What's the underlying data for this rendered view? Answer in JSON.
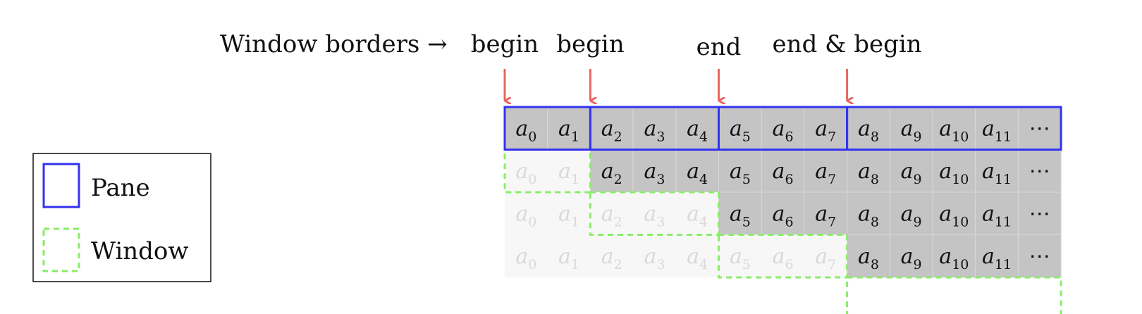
{
  "header": {
    "prefix": "Window borders →",
    "borders": [
      {
        "label": "begin",
        "col": 0
      },
      {
        "label": "begin",
        "col": 2
      },
      {
        "label": "end",
        "col": 5
      },
      {
        "label": "end & begin",
        "col": 8
      }
    ]
  },
  "legend": {
    "pane_label": "Pane",
    "window_label": "Window"
  },
  "grid": {
    "elements": [
      {
        "base": "a",
        "sub": "0"
      },
      {
        "base": "a",
        "sub": "1"
      },
      {
        "base": "a",
        "sub": "2"
      },
      {
        "base": "a",
        "sub": "3"
      },
      {
        "base": "a",
        "sub": "4"
      },
      {
        "base": "a",
        "sub": "5"
      },
      {
        "base": "a",
        "sub": "6"
      },
      {
        "base": "a",
        "sub": "7"
      },
      {
        "base": "a",
        "sub": "8"
      },
      {
        "base": "a",
        "sub": "9"
      },
      {
        "base": "a",
        "sub": "10"
      },
      {
        "base": "a",
        "sub": "11"
      },
      {
        "base": "⋯",
        "sub": ""
      }
    ],
    "row_active_from": [
      0,
      2,
      5,
      8
    ],
    "panes": [
      {
        "start": 0,
        "end": 2
      },
      {
        "start": 2,
        "end": 5
      },
      {
        "start": 5,
        "end": 8
      },
      {
        "start": 8,
        "end": 13
      }
    ],
    "windows": [
      {
        "row": 1,
        "start": 0,
        "end": 2
      },
      {
        "row": 2,
        "start": 2,
        "end": 5
      },
      {
        "row": 3,
        "start": 5,
        "end": 8
      },
      {
        "row": 4,
        "start": 8,
        "end": 13
      }
    ]
  },
  "colors": {
    "active_fill": "#c4c4c4",
    "inactive_fill": "#f7f7f7",
    "active_text": "#111111",
    "inactive_text": "#d9d9d9",
    "cell_border": "#d8d8d8",
    "pane": "#3333ee",
    "window": "#88ee66",
    "arrow": "#e8665f",
    "legend_border": "#111111"
  }
}
